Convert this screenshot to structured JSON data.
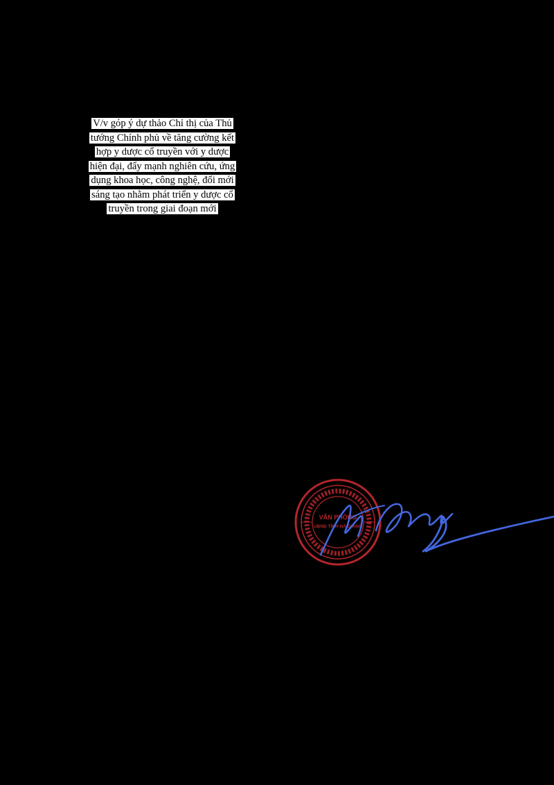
{
  "document": {
    "subject_lines": [
      "V/v góp ý dự thảo Chỉ thị của Thủ",
      "tướng Chính phủ về tăng cường kết",
      "hợp y dược cổ truyền với y dược",
      "hiện đại, đẩy mạnh nghiên cứu, ứng",
      "dụng khoa học, công nghệ, đổi mới",
      "sáng tạo nhằm phát triển y dược cổ",
      "truyền trong giai đoạn mới"
    ]
  },
  "stamp": {
    "center_line_1": "VĂN PHÒNG",
    "center_line_2": "UBND TỈNH HÀ GIANG",
    "color": "#b3262b"
  },
  "signature": {
    "color": "#4466dd"
  },
  "colors": {
    "page_background": "#000000",
    "text_background": "#ffffff",
    "text": "#000000"
  }
}
